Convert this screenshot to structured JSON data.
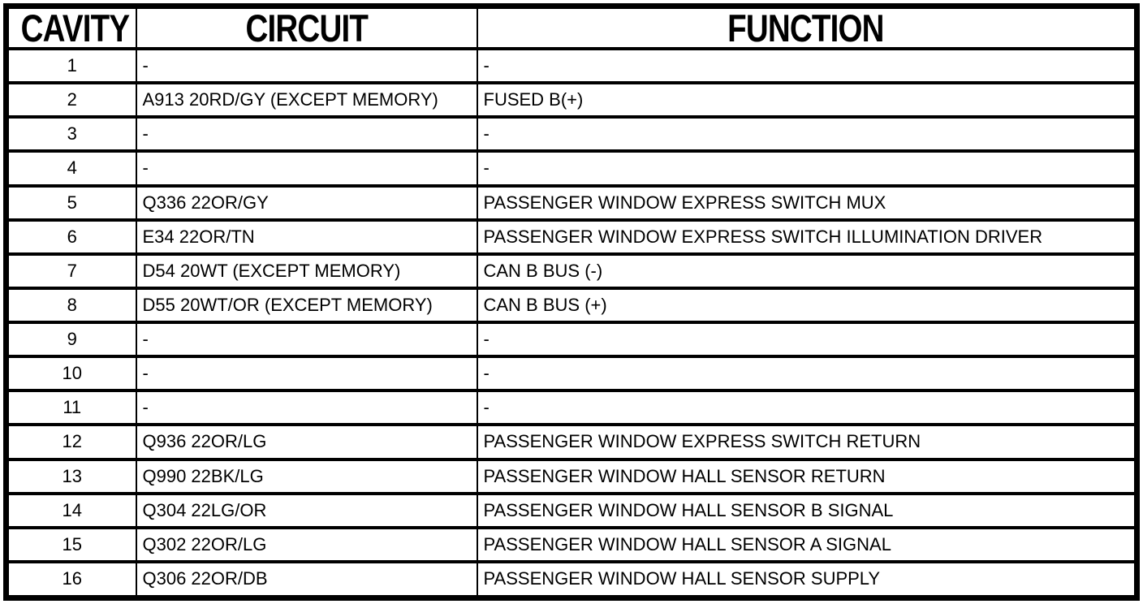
{
  "table": {
    "headers": [
      "CAVITY",
      "CIRCUIT",
      "FUNCTION"
    ],
    "rows": [
      {
        "cavity": "1",
        "circuit": "-",
        "function": "-"
      },
      {
        "cavity": "2",
        "circuit": "A913 20RD/GY (EXCEPT MEMORY)",
        "function": "FUSED B(+)"
      },
      {
        "cavity": "3",
        "circuit": "-",
        "function": "-"
      },
      {
        "cavity": "4",
        "circuit": "-",
        "function": "-"
      },
      {
        "cavity": "5",
        "circuit": "Q336 22OR/GY",
        "function": "PASSENGER WINDOW EXPRESS SWITCH MUX"
      },
      {
        "cavity": "6",
        "circuit": "E34 22OR/TN",
        "function": "PASSENGER WINDOW EXPRESS SWITCH ILLUMINATION DRIVER"
      },
      {
        "cavity": "7",
        "circuit": "D54 20WT (EXCEPT MEMORY)",
        "function": "CAN B BUS (-)"
      },
      {
        "cavity": "8",
        "circuit": "D55 20WT/OR (EXCEPT MEMORY)",
        "function": "CAN B BUS (+)"
      },
      {
        "cavity": "9",
        "circuit": "-",
        "function": "-"
      },
      {
        "cavity": "10",
        "circuit": "-",
        "function": "-"
      },
      {
        "cavity": "11",
        "circuit": "-",
        "function": "-"
      },
      {
        "cavity": "12",
        "circuit": "Q936 22OR/LG",
        "function": "PASSENGER WINDOW EXPRESS SWITCH RETURN"
      },
      {
        "cavity": "13",
        "circuit": "Q990 22BK/LG",
        "function": "PASSENGER WINDOW HALL SENSOR RETURN"
      },
      {
        "cavity": "14",
        "circuit": "Q304 22LG/OR",
        "function": "PASSENGER WINDOW HALL SENSOR B SIGNAL"
      },
      {
        "cavity": "15",
        "circuit": "Q302 22OR/LG",
        "function": "PASSENGER WINDOW HALL SENSOR A SIGNAL"
      },
      {
        "cavity": "16",
        "circuit": "Q306 22OR/DB",
        "function": "PASSENGER WINDOW HALL SENSOR SUPPLY"
      }
    ],
    "colors": {
      "border": "#000000",
      "text": "#000000",
      "background": "#ffffff"
    }
  }
}
